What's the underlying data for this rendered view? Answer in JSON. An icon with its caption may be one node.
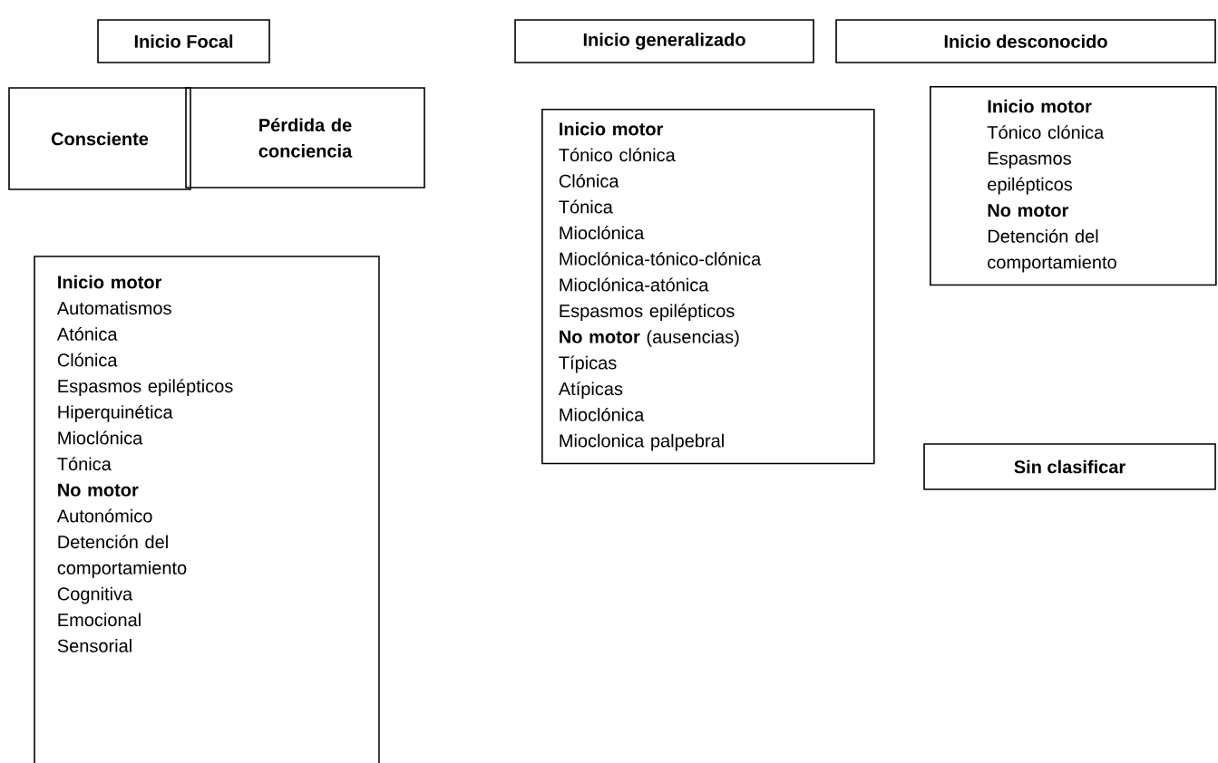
{
  "diagram": {
    "nodes": [
      {
        "text": [
          "Inicio Focal"
        ]
      },
      {
        "text": [
          "Consciente"
        ]
      },
      {
        "text": [
          "Pérdida de conciencia"
        ]
      },
      {
        "text": [
          "**Inicio motor**",
          "Automatismos",
          "Atónica",
          "Clónica",
          "Espasmos epilépticos",
          "Hiperquinética",
          "Mioclónica",
          "Tónica",
          "**No motor**",
          "Autonómico",
          "Detención del comportamiento",
          "Cognitiva",
          "Emocional",
          "Sensorial"
        ]
      },
      {
        "text": [
          "Inicio generalizado"
        ]
      },
      {
        "text": [
          "**Inicio motor**",
          "Tónico clónica",
          "Clónica",
          "Tónica",
          "Mioclónica",
          "Mioclónica-tónico-clónica",
          "Mioclónica-atónica",
          "Espasmos epilépticos",
          "**No motor** (ausencias)",
          "Típicas",
          "Atípicas",
          "Mioclónica",
          "Mioclonica palpebral"
        ]
      },
      {
        "text": [
          "Inicio desconocido"
        ]
      },
      {
        "text": [
          "**Inicio motor**",
          "Tónico clónica",
          "Espasmos epilépticos",
          "**No motor**",
          "Detención del comportamiento"
        ]
      },
      {
        "text": [
          "Sin clasificar"
        ]
      }
    ]
  }
}
